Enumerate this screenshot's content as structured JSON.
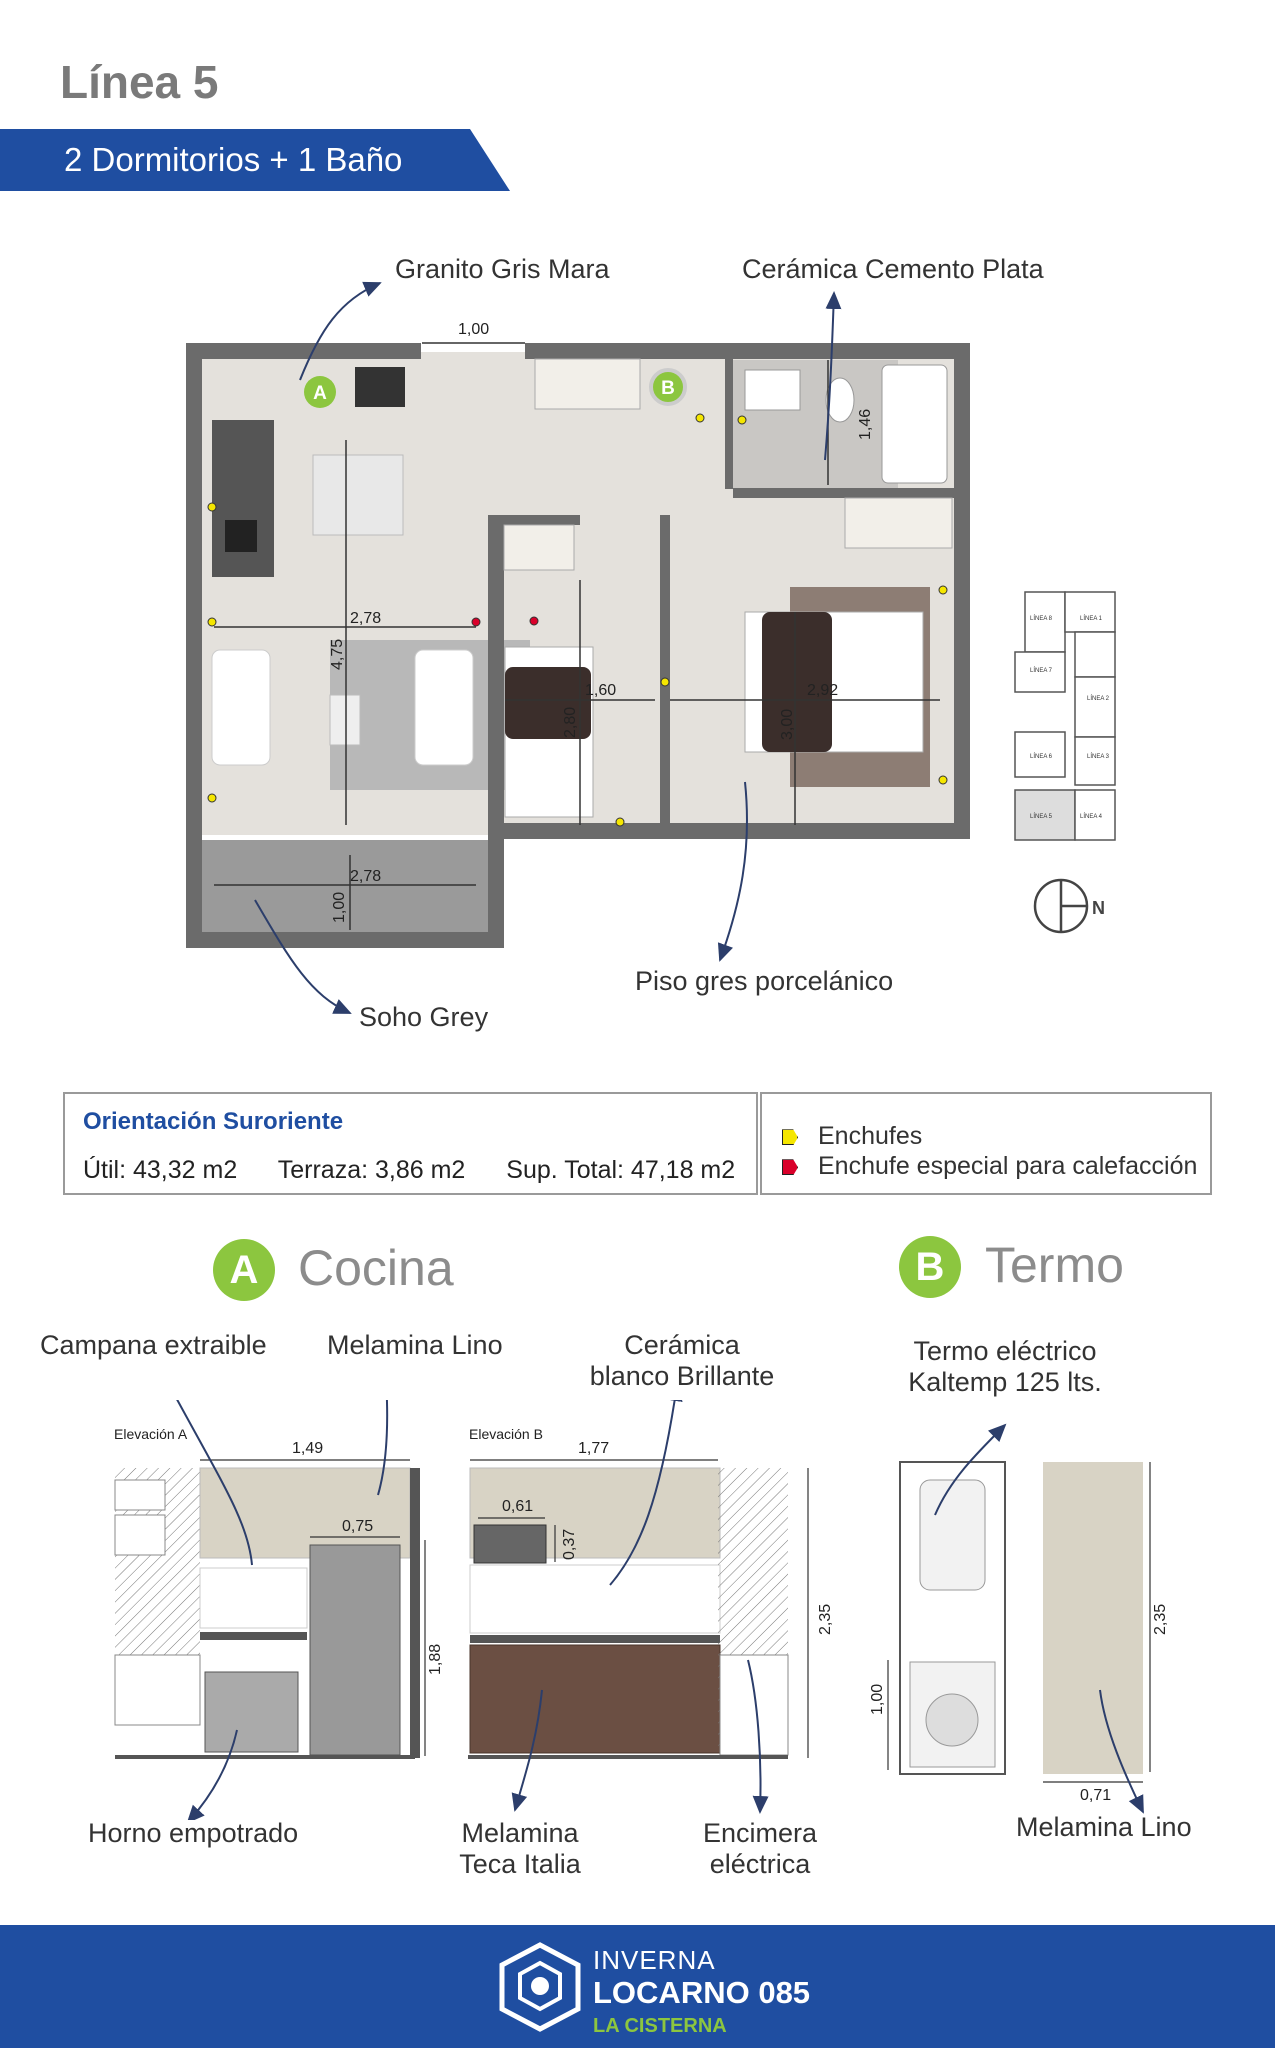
{
  "header": {
    "title": "Línea 5",
    "subtitle": "2 Dormitorios + 1 Baño"
  },
  "plan": {
    "callouts": {
      "granito": "Granito Gris Mara",
      "ceramica": "Cerámica Cemento Plata",
      "soho": "Soho Grey",
      "piso": "Piso gres porcelánico"
    },
    "dimensions": [
      "1,00",
      "1,46",
      "2,78",
      "4,75",
      "1,60",
      "2,80",
      "2,92",
      "3,00",
      "2,78",
      "1,00"
    ],
    "markers": {
      "a": "A",
      "b": "B"
    },
    "key_plan_labels": [
      "LÍNEA 8",
      "LÍNEA 1",
      "LÍNEA 7",
      "LÍNEA 2",
      "LÍNEA 6",
      "LÍNEA 3",
      "LÍNEA 5",
      "LÍNEA 4"
    ],
    "north": "N"
  },
  "info": {
    "orientation": "Orientación Suroriente",
    "util": "Útil: 43,32 m2",
    "terraza": "Terraza: 3,86 m2",
    "total": "Sup. Total: 47,18 m2"
  },
  "legend": {
    "outlets": {
      "label": "Enchufes",
      "color": "#f5e600"
    },
    "heating": {
      "label": "Enchufe especial para calefacción",
      "color": "#d9002a"
    }
  },
  "cocina": {
    "badge": "A",
    "title": "Cocina",
    "callouts": {
      "campana": "Campana extraible",
      "melamina_lino": "Melamina Lino",
      "ceramica_1": "Cerámica",
      "ceramica_2": "blanco Brillante",
      "horno": "Horno empotrado",
      "teca_1": "Melamina",
      "teca_2": "Teca Italia",
      "encimera_1": "Encimera",
      "encimera_2": "eléctrica"
    },
    "elev_a": {
      "label": "Elevación A",
      "dims": [
        "1,49",
        "0,75",
        "1,88"
      ]
    },
    "elev_b": {
      "label": "Elevación B",
      "dims": [
        "1,77",
        "0,61",
        "0,37",
        "2,35"
      ]
    }
  },
  "termo": {
    "badge": "B",
    "title": "Termo",
    "callouts": {
      "termo_1": "Termo eléctrico",
      "termo_2": "Kaltemp 125 lts.",
      "melamina": "Melamina Lino"
    },
    "dims": [
      "1,00",
      "2,35",
      "0,71"
    ]
  },
  "footer": {
    "brand_top": "INVERNA",
    "brand_main": "LOCARNO 085",
    "brand_sub": "LA CISTERNA"
  },
  "colors": {
    "brand_blue": "#1f4ea1",
    "accent_green": "#8cc63f",
    "wall": "#6b6b6b"
  }
}
